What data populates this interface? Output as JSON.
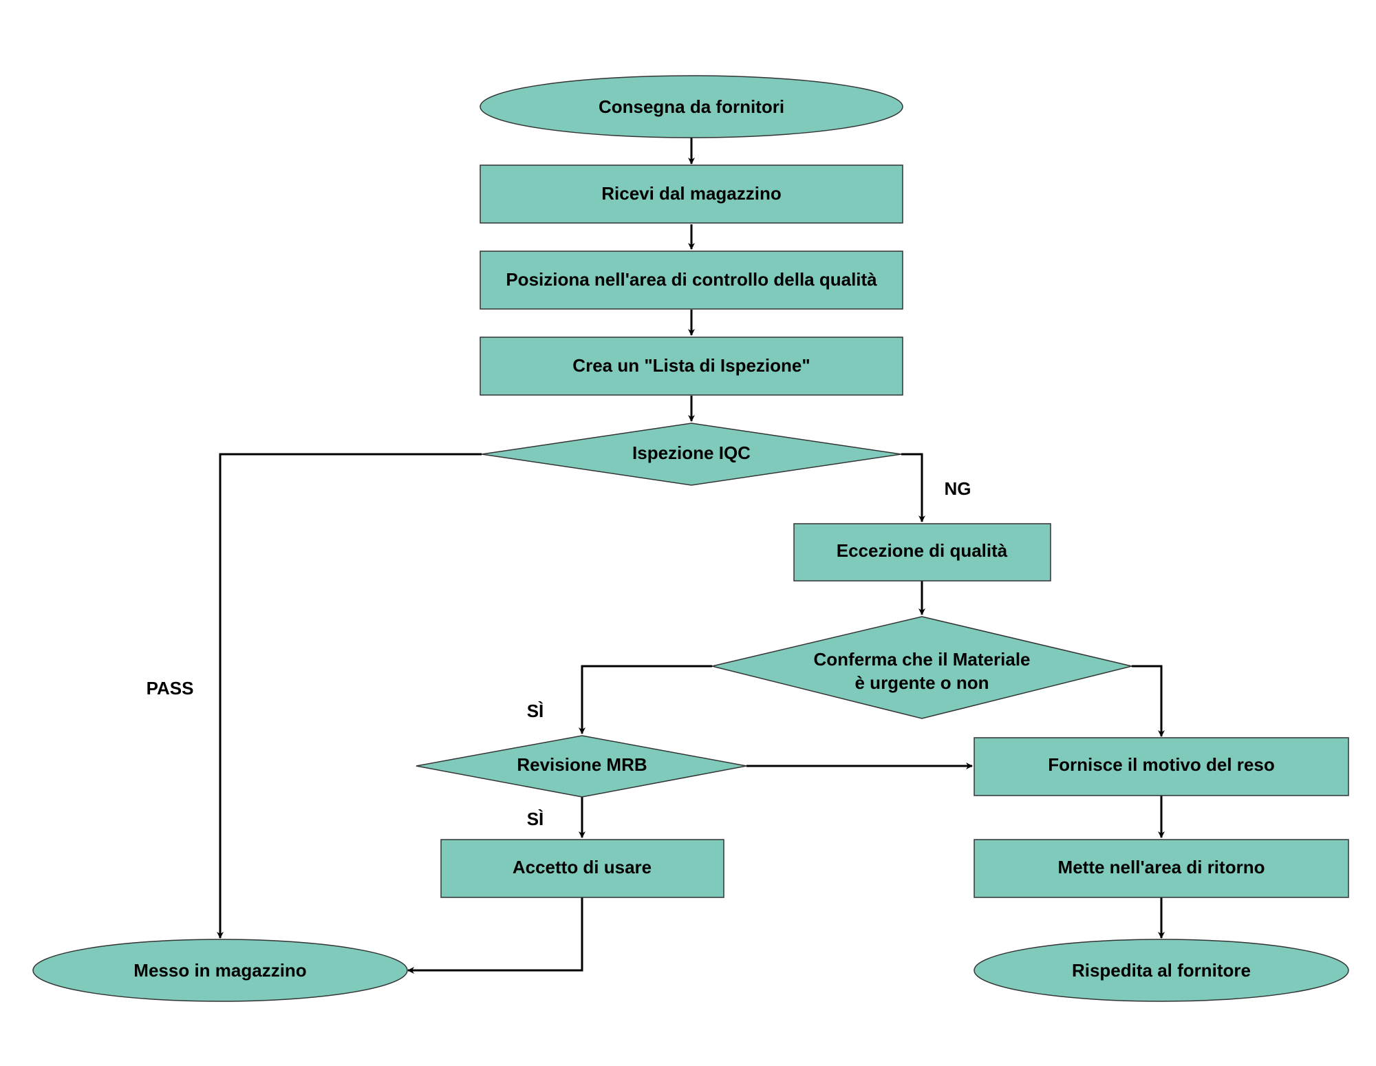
{
  "nodes": {
    "start": "Consegna da fornitori",
    "receive": "Ricevi dal magazzino",
    "place_qc": "Posiziona nell'area di controllo della qualità",
    "create_list": "Crea un \"Lista di Ispezione\"",
    "iqc": "Ispezione IQC",
    "exception": "Eccezione di qualità",
    "confirm_line1": "Conferma che il Materiale",
    "confirm_line2": "è urgente o non",
    "mrb": "Revisione MRB",
    "accept": "Accetto di usare",
    "reason": "Fornisce il motivo del reso",
    "return_area": "Mette nell'area di ritorno",
    "stored": "Messo in magazzino",
    "shipped_back": "Rispedita al fornitore"
  },
  "edge_labels": {
    "ng": "NG",
    "pass": "PASS",
    "yes_confirm": "SÌ",
    "yes_mrb": "SÌ"
  },
  "colors": {
    "node_fill": "#7fcabb",
    "node_stroke": "#333333",
    "edge": "#000000"
  }
}
